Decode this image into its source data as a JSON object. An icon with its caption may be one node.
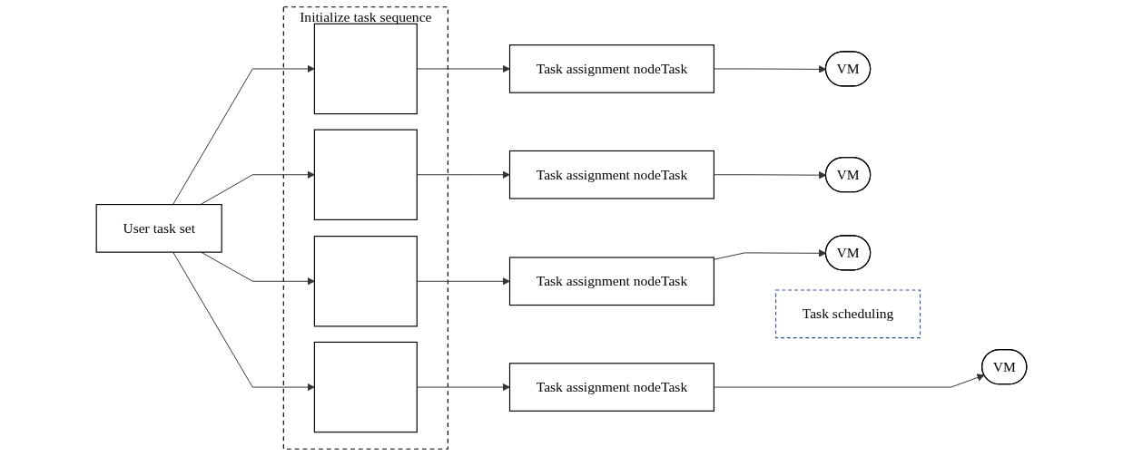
{
  "diagram": {
    "nodes": [
      {
        "text": [
          "User task set"
        ]
      },
      {
        "text": [
          "Initialize task sequence"
        ]
      },
      {
        "text": [],
        "shape": "box",
        "in": 1
      },
      {
        "text": [],
        "shape": "box",
        "in": 1
      },
      {
        "text": [],
        "shape": "box",
        "in": 1
      },
      {
        "text": [],
        "shape": "box",
        "in": 1
      },
      {
        "text": [
          "Task assignment nodeTask"
        ]
      },
      {
        "text": [
          "Task assignment nodeTask"
        ]
      },
      {
        "text": [
          "Task assignment nodeTask"
        ]
      },
      {
        "text": [
          "Task assignment nodeTask"
        ]
      },
      {
        "text": [
          "Task scheduling"
        ]
      },
      {
        "text": [
          "VM"
        ]
      },
      {
        "text": [
          "VM"
        ]
      },
      {
        "text": [
          "VM"
        ]
      },
      {
        "text": [
          "VM"
        ]
      }
    ],
    "edges": [
      {
        "from": 0,
        "to": 2,
        "arrow": "to"
      },
      {
        "from": 0,
        "to": 3,
        "arrow": "to"
      },
      {
        "from": 0,
        "to": 4,
        "arrow": "to"
      },
      {
        "from": 0,
        "to": 5,
        "arrow": "to"
      },
      {
        "from": 2,
        "to": 6,
        "arrow": "to"
      },
      {
        "from": 3,
        "to": 7,
        "arrow": "to"
      },
      {
        "from": 4,
        "to": 8,
        "arrow": "to"
      },
      {
        "from": 5,
        "to": 9,
        "arrow": "to"
      },
      {
        "from": 6,
        "to": 13,
        "arrow": "to"
      },
      {
        "from": 7,
        "to": 14,
        "arrow": "to"
      },
      {
        "from": 8,
        "to": 11,
        "arrow": "to"
      },
      {
        "from": 9,
        "to": 12,
        "arrow": "to"
      }
    ]
  }
}
